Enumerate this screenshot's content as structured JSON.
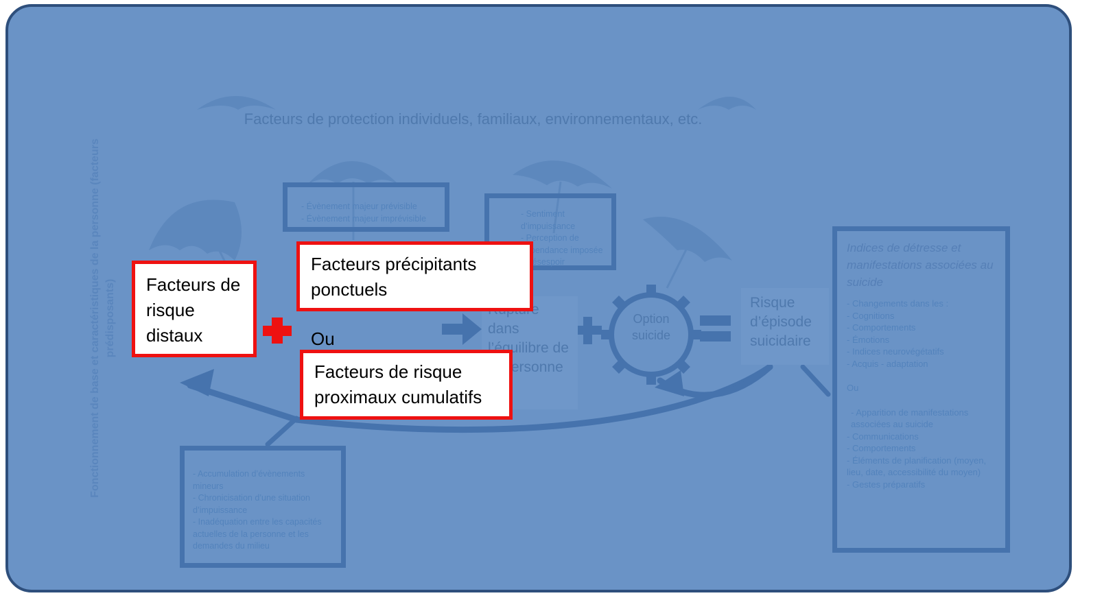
{
  "protection": {
    "text": "Facteurs de protection individuels, familiaux, environnementaux, etc."
  },
  "vertical_label": "Fonctionnement de base et caractéristiques de la personne (facteurs prédisposants)",
  "box_events": {
    "items": [
      "Évènement majeur prévisible",
      "Évènement majeur imprévisible"
    ]
  },
  "box_feelings": {
    "items": [
      "Sentiment d’impuissance",
      "Perception de dépendance imposée",
      "Désespoir"
    ]
  },
  "box_cumul": {
    "items": [
      "Accumulation d’évènements mineurs",
      "Chronicisation d’une situation d’impuissance",
      "Inadéquation entre les capacités actuelles de la personne et les demandes du milieu"
    ]
  },
  "rupture": "Rupture dans l’équilibre de la personne",
  "option": "Option suicide",
  "risque_episode": "Risque d’épisode suicidaire",
  "indices": {
    "title": "Indices de détresse et manifestations associées au suicide",
    "changes_label": "- Changements dans les :",
    "changes": [
      "Cognitions",
      "Comportements",
      "Émotions",
      "Indices neurovégétatifs",
      "Acquis - adaptation"
    ],
    "ou": "Ou",
    "apparition": "Apparition de manifestations associées au suicide",
    "manifestations": [
      "Communications",
      "Comportements",
      "Éléments de planification (moyen, lieu, date, accessibilité du moyen)",
      "Gestes préparatifs"
    ]
  },
  "highlight": {
    "distaux": "Facteurs de risque distaux",
    "precipitants": "Facteurs précipitants ponctuels",
    "ou": "Ou",
    "proximaux": "Facteurs de risque proximaux cumulatifs"
  },
  "colors": {
    "background": "#6a93c6",
    "highlight_border": "#ee1111",
    "plus": "#ee1111",
    "box_border": "#4673ad"
  }
}
